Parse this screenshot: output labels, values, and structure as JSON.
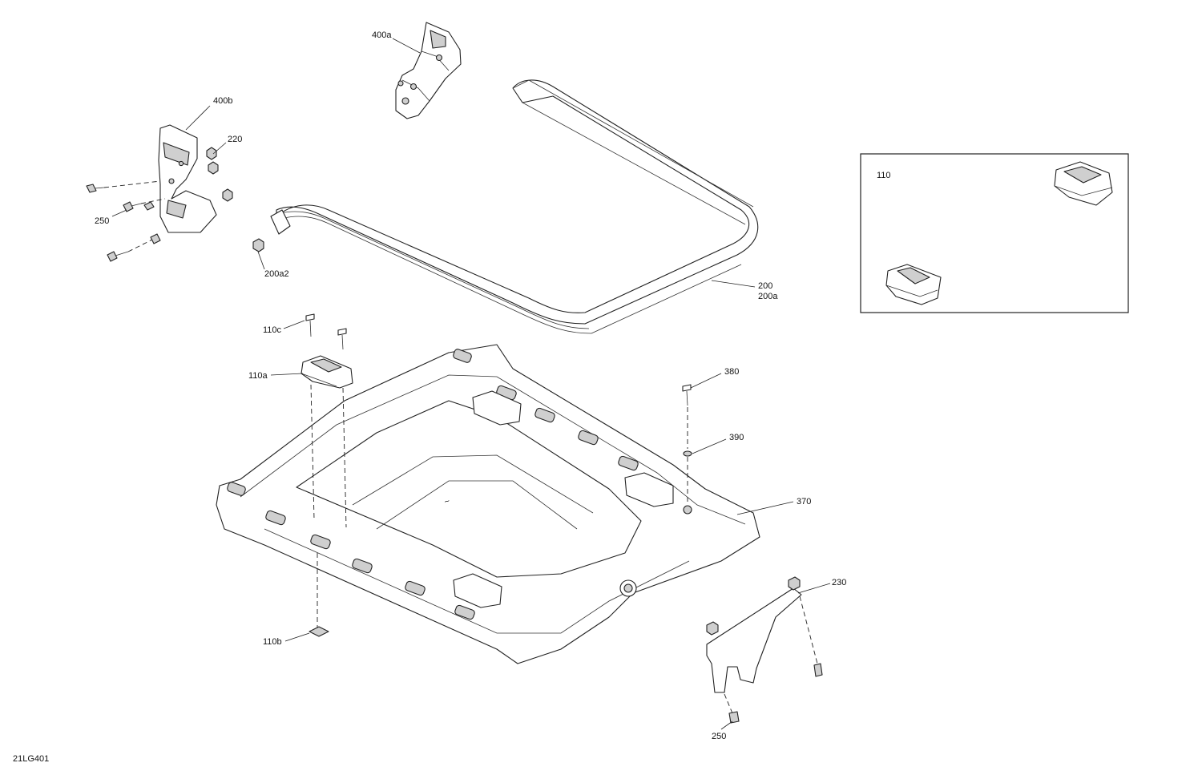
{
  "drawing_code": "21LG401",
  "callouts": {
    "c400a": "400a",
    "c400b": "400b",
    "c220": "220",
    "c250a": "250",
    "c200a2": "200a2",
    "c200": "200",
    "c200a": "200a",
    "c110": "110",
    "c110c": "110c",
    "c110a": "110a",
    "c380": "380",
    "c390": "390",
    "c370": "370",
    "c230": "230",
    "c110b": "110b",
    "c250b": "250"
  }
}
